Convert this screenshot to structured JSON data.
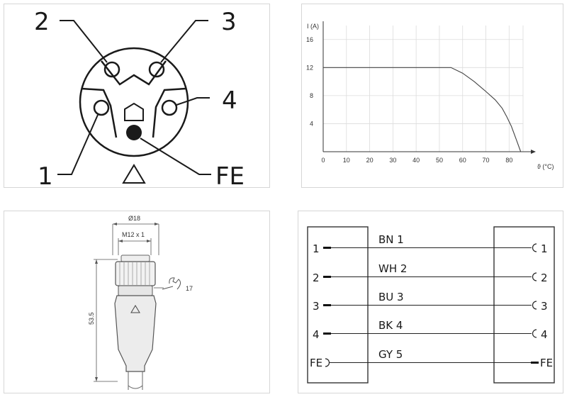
{
  "pinout": {
    "labels": {
      "pin1": "1",
      "pin2": "2",
      "pin3": "3",
      "pin4": "4",
      "fe": "FE"
    }
  },
  "chart_data": {
    "type": "line",
    "ylabel": "I (A)",
    "xlabel": "ϑ (°C)",
    "xlim": [
      0,
      86
    ],
    "ylim": [
      0,
      18
    ],
    "x_ticks": [
      "0",
      "10",
      "20",
      "30",
      "40",
      "50",
      "60",
      "70",
      "80"
    ],
    "y_ticks": [
      "4",
      "8",
      "12",
      "16"
    ],
    "grid": true,
    "series": [
      {
        "x": [
          0,
          55,
          60,
          65,
          70,
          74,
          77,
          79,
          81,
          83,
          85
        ],
        "y": [
          12,
          12,
          11.2,
          10.0,
          8.6,
          7.4,
          6.2,
          5.0,
          3.6,
          1.8,
          0
        ]
      }
    ]
  },
  "dimensions": {
    "diameter": "Ø18",
    "thread": "M12 x 1",
    "wrench": "17",
    "length": "53.5"
  },
  "wiring": {
    "rows": [
      {
        "left": "1",
        "color": "BN 1",
        "right": "1"
      },
      {
        "left": "2",
        "color": "WH 2",
        "right": "2"
      },
      {
        "left": "3",
        "color": "BU 3",
        "right": "3"
      },
      {
        "left": "4",
        "color": "BK 4",
        "right": "4"
      },
      {
        "left": "FE",
        "color": "GY 5",
        "right": "FE"
      }
    ]
  }
}
